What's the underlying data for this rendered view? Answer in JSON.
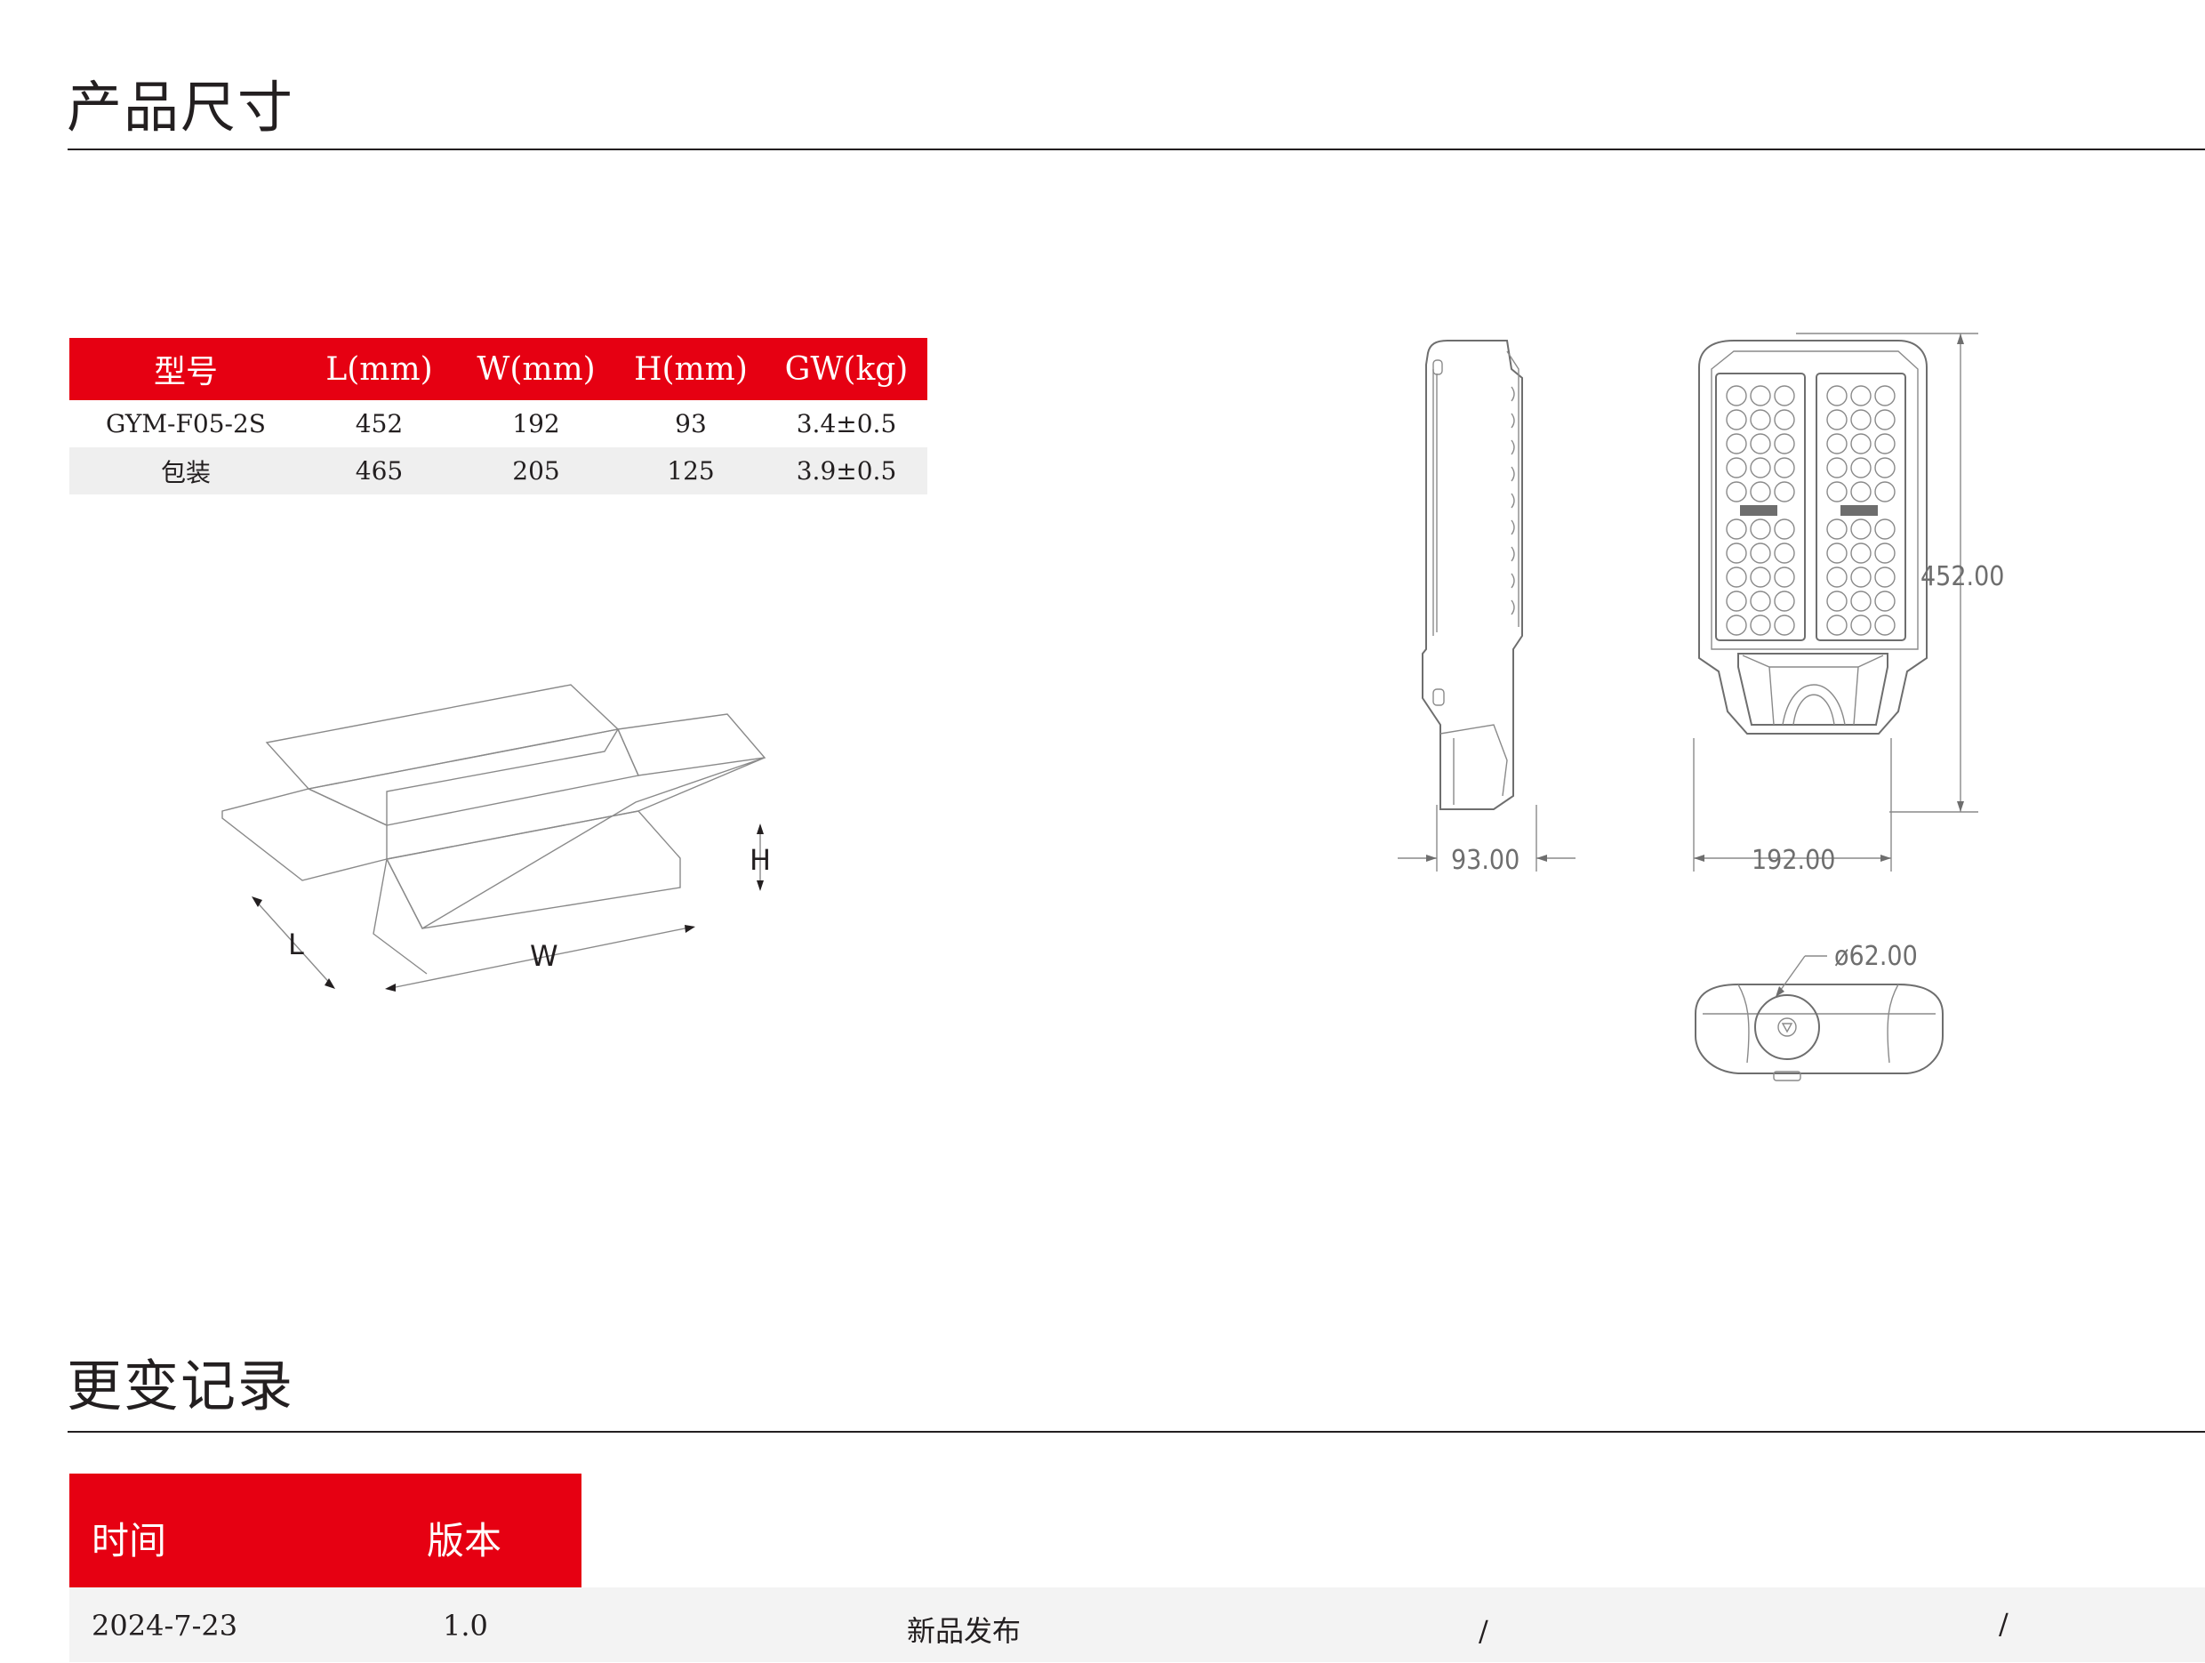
{
  "sections": {
    "dimensions_title": "产品尺寸",
    "changelog_title": "更变记录"
  },
  "spec_table": {
    "headers": [
      "型号",
      "L(mm)",
      "W(mm)",
      "H(mm)",
      "GW(kg)"
    ],
    "rows": [
      [
        "GYM-F05-2S",
        "452",
        "192",
        "93",
        "3.4±0.5"
      ],
      [
        "包装",
        "465",
        "205",
        "125",
        "3.9±0.5"
      ]
    ]
  },
  "box_diagram": {
    "label_l": "L",
    "label_w": "W",
    "label_h": "H"
  },
  "drawing": {
    "height_dim": "452.00",
    "depth_dim": "93.00",
    "width_dim": "192.00",
    "diameter_dim": "ø62.00"
  },
  "changelog": {
    "headers": [
      "时间",
      "版本"
    ],
    "rows": [
      [
        "2024-7-23",
        "1.0",
        "新品发布",
        "/",
        "/"
      ]
    ]
  },
  "colors": {
    "accent": "#e60012",
    "row_alt": "#efefef",
    "text": "#231f20"
  }
}
